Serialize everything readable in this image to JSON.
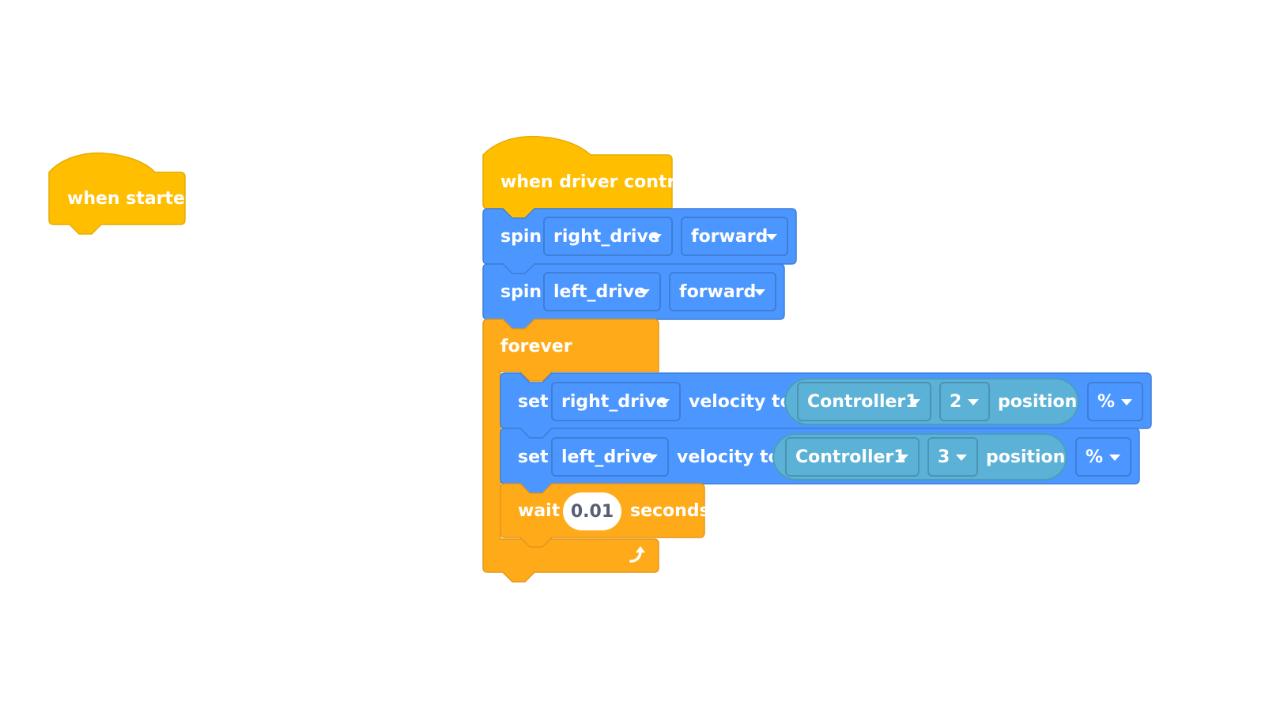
{
  "colors": {
    "events": "#ffbf00",
    "motion": "#4c97ff",
    "sensing": "#5cb1d6",
    "control": "#ffab19"
  },
  "when_started": {
    "label": "when started"
  },
  "when_driver_control": {
    "label": "when driver control"
  },
  "spin_right": {
    "keyword": "spin",
    "motor": "right_drive",
    "direction": "forward"
  },
  "spin_left": {
    "keyword": "spin",
    "motor": "left_drive",
    "direction": "forward"
  },
  "forever": {
    "label": "forever",
    "repeat_icon": "loop-arrow-icon"
  },
  "set_right": {
    "keyword": "set",
    "motor": "right_drive",
    "text": "velocity to",
    "controller": "Controller1",
    "axis": "2",
    "suffix": "position",
    "unit": "%"
  },
  "set_left": {
    "keyword": "set",
    "motor": "left_drive",
    "text": "velocity to",
    "controller": "Controller1",
    "axis": "3",
    "suffix": "position",
    "unit": "%"
  },
  "wait": {
    "keyword": "wait",
    "value": "0.01",
    "unit": "seconds"
  }
}
